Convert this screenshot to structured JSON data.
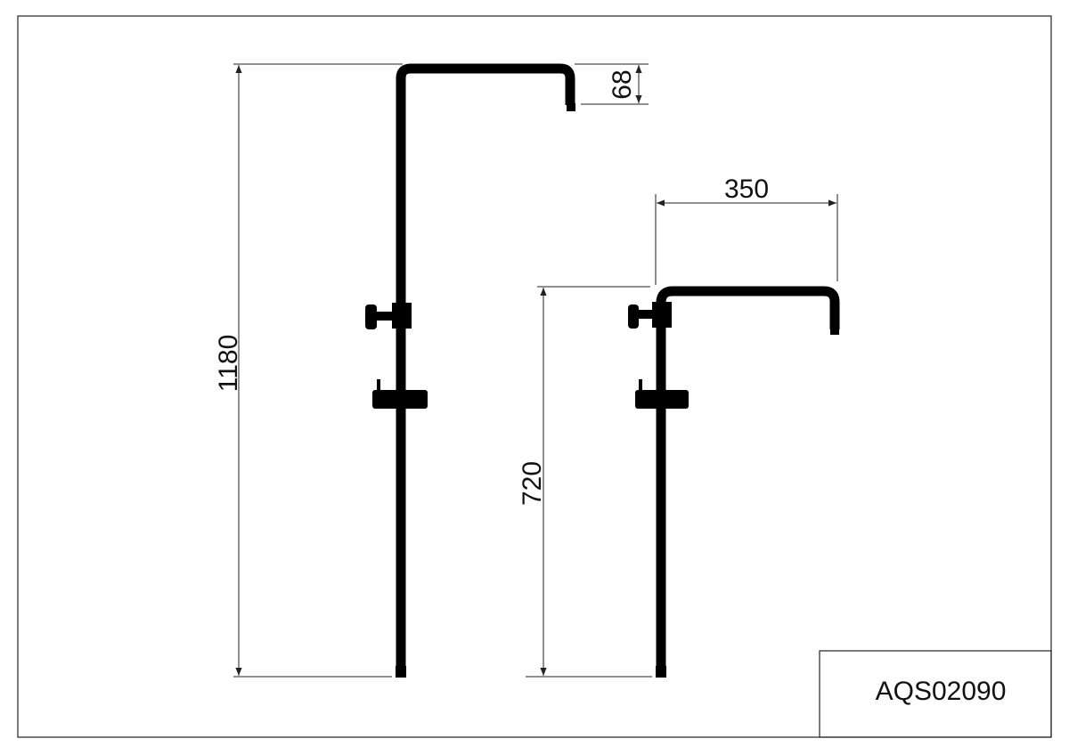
{
  "drawing": {
    "model_code": "AQS02090",
    "dimensions": {
      "total_height": "1180",
      "head_drop": "68",
      "arm_length": "350",
      "bar_height": "720"
    },
    "colors": {
      "line": "#000000",
      "background": "#ffffff"
    }
  }
}
